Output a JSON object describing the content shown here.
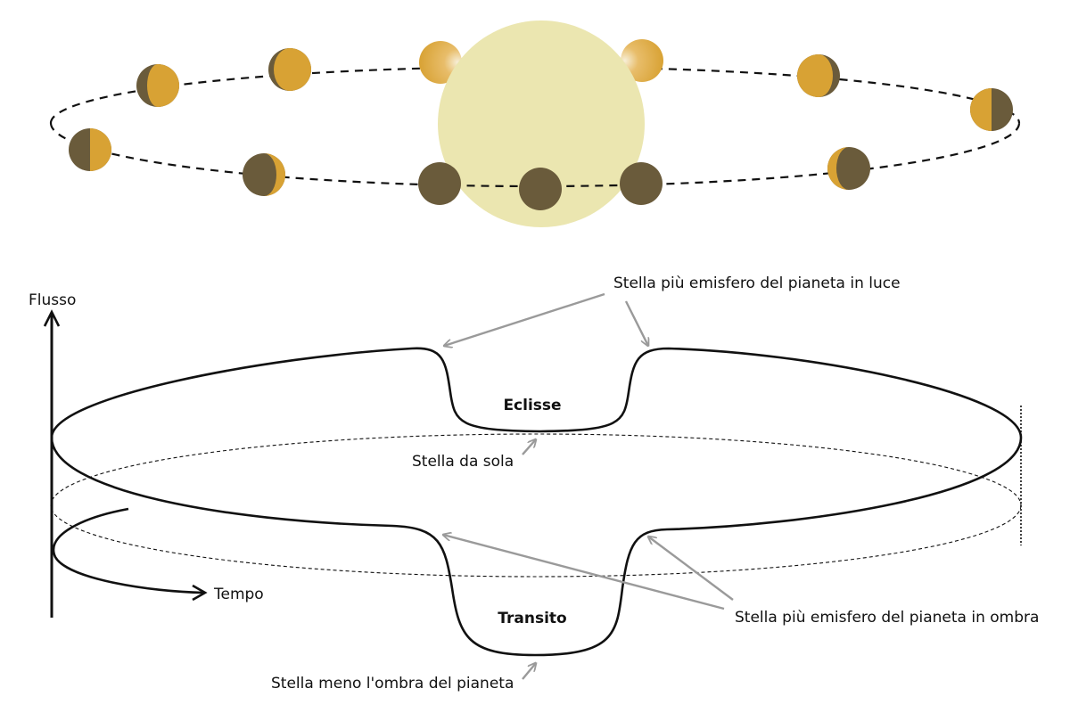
{
  "colors": {
    "star": "#ebe6b0",
    "planet_dark": "#6a5b3b",
    "planet_lit": "#d8a234",
    "orbit": "#111111",
    "curve": "#111111",
    "pointer": "#9a9a9a"
  },
  "labels": {
    "flux_axis": "Flusso",
    "time_axis": "Tempo",
    "eclipse": "Eclisse",
    "transit": "Transito",
    "star_plus_lit": "Stella più emisfero del pianeta in luce",
    "star_alone": "Stella da sola",
    "star_plus_dark": "Stella più emisfero del pianeta in ombra",
    "star_minus_shadow": "Stella meno l'ombra del pianeta"
  },
  "planet_phases": [
    {
      "name": "planet-phase-transit",
      "phase": "new"
    },
    {
      "name": "planet-phase-waxing-crescent",
      "phase": "crescent"
    },
    {
      "name": "planet-phase-first-quarter",
      "phase": "quarter"
    },
    {
      "name": "planet-phase-waxing-gibbous",
      "phase": "gibbous"
    },
    {
      "name": "planet-phase-pre-eclipse",
      "phase": "nearly-full"
    },
    {
      "name": "planet-phase-post-eclipse",
      "phase": "nearly-full"
    },
    {
      "name": "planet-phase-waning-gibbous",
      "phase": "gibbous"
    },
    {
      "name": "planet-phase-last-quarter",
      "phase": "quarter"
    },
    {
      "name": "planet-phase-waning-crescent",
      "phase": "crescent"
    },
    {
      "name": "planet-phase-pre-transit",
      "phase": "new"
    },
    {
      "name": "planet-phase-post-transit",
      "phase": "new"
    }
  ]
}
